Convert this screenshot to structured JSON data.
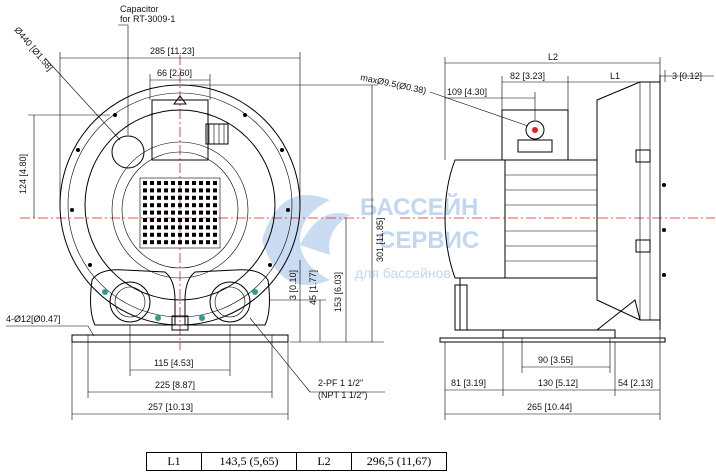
{
  "front_view": {
    "capacitor_label_1": "Capacitor",
    "capacitor_label_2": "for RT-3009-1",
    "dia_440": "Ø440 [Ø1.58]",
    "width_285": "285 [11.23]",
    "width_66": "66 [2.60]",
    "height_124": "124 [4.80]",
    "height_301": "301 [11.85]",
    "height_153": "153 [6.03]",
    "height_45": "45 [1.77]",
    "height_3": "3 [0.10]",
    "hole_4": "4-Ø12[Ø0.47]",
    "width_115": "115 [4.53]",
    "width_225": "225 [8.87]",
    "width_257": "257 [10.13]",
    "port_1": "2-PF 1 1/2\"",
    "port_2": "(NPT 1 1/2\")"
  },
  "side_view": {
    "max_dia": "maxØ9.5(Ø0.38)",
    "l2": "L2",
    "l1": "L1",
    "dim_109": "109 [4.30]",
    "dim_82": "82 [3.23]",
    "dim_3": "3 [0.12]",
    "dim_81": "81 [3.19]",
    "dim_90": "90 [3.55]",
    "dim_130": "130 [5.12]",
    "dim_54": "54 [2.13]",
    "dim_265": "265 [10.44]"
  },
  "watermark": {
    "line1": "БАССЕЙН",
    "line2": "СЕРВИС",
    "line3": "для бассейнов"
  },
  "spec_table": {
    "l1_label": "L1",
    "l1_value": "143,5 (5,65)",
    "l2_label": "L2",
    "l2_value": "296,5 (11,67)"
  }
}
